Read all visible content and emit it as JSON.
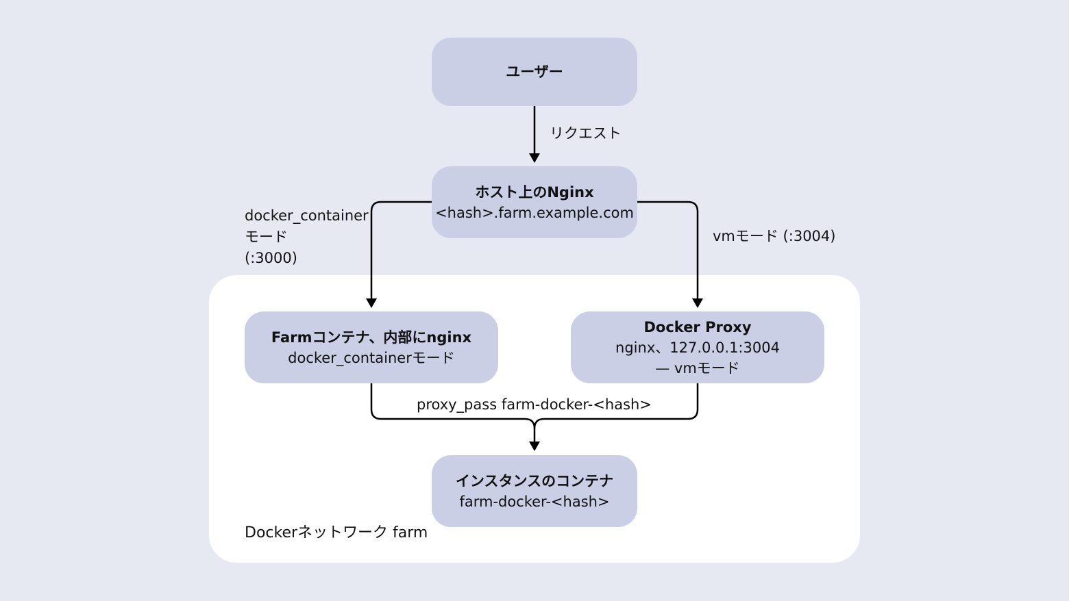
{
  "nodes": {
    "user": {
      "title": "ユーザー"
    },
    "host_nginx": {
      "title": "ホスト上のNginx",
      "sub": "<hash>.farm.example.com"
    },
    "farm_container": {
      "title": "Farmコンテナ、内部にnginx",
      "sub": "docker_containerモード"
    },
    "docker_proxy": {
      "title": "Docker Proxy",
      "sub": "nginx、127.0.0.1:3004",
      "sub2": "— vmモード"
    },
    "instance_container": {
      "title": "インスタンスのコンテナ",
      "sub": "farm-docker-<hash>"
    }
  },
  "edges": {
    "request": "リクエスト",
    "docker_container_mode": [
      "docker_container",
      "モード",
      "(:3000)"
    ],
    "vm_mode": "vmモード (:3004)",
    "proxy_pass": "proxy_pass farm-docker-<hash>"
  },
  "group": {
    "label": "Dockerネットワーク farm"
  },
  "colors": {
    "background": "#e6e9f2",
    "node_fill": "#cacfe6",
    "group_fill": "#ffffff",
    "edge": "#000000"
  }
}
